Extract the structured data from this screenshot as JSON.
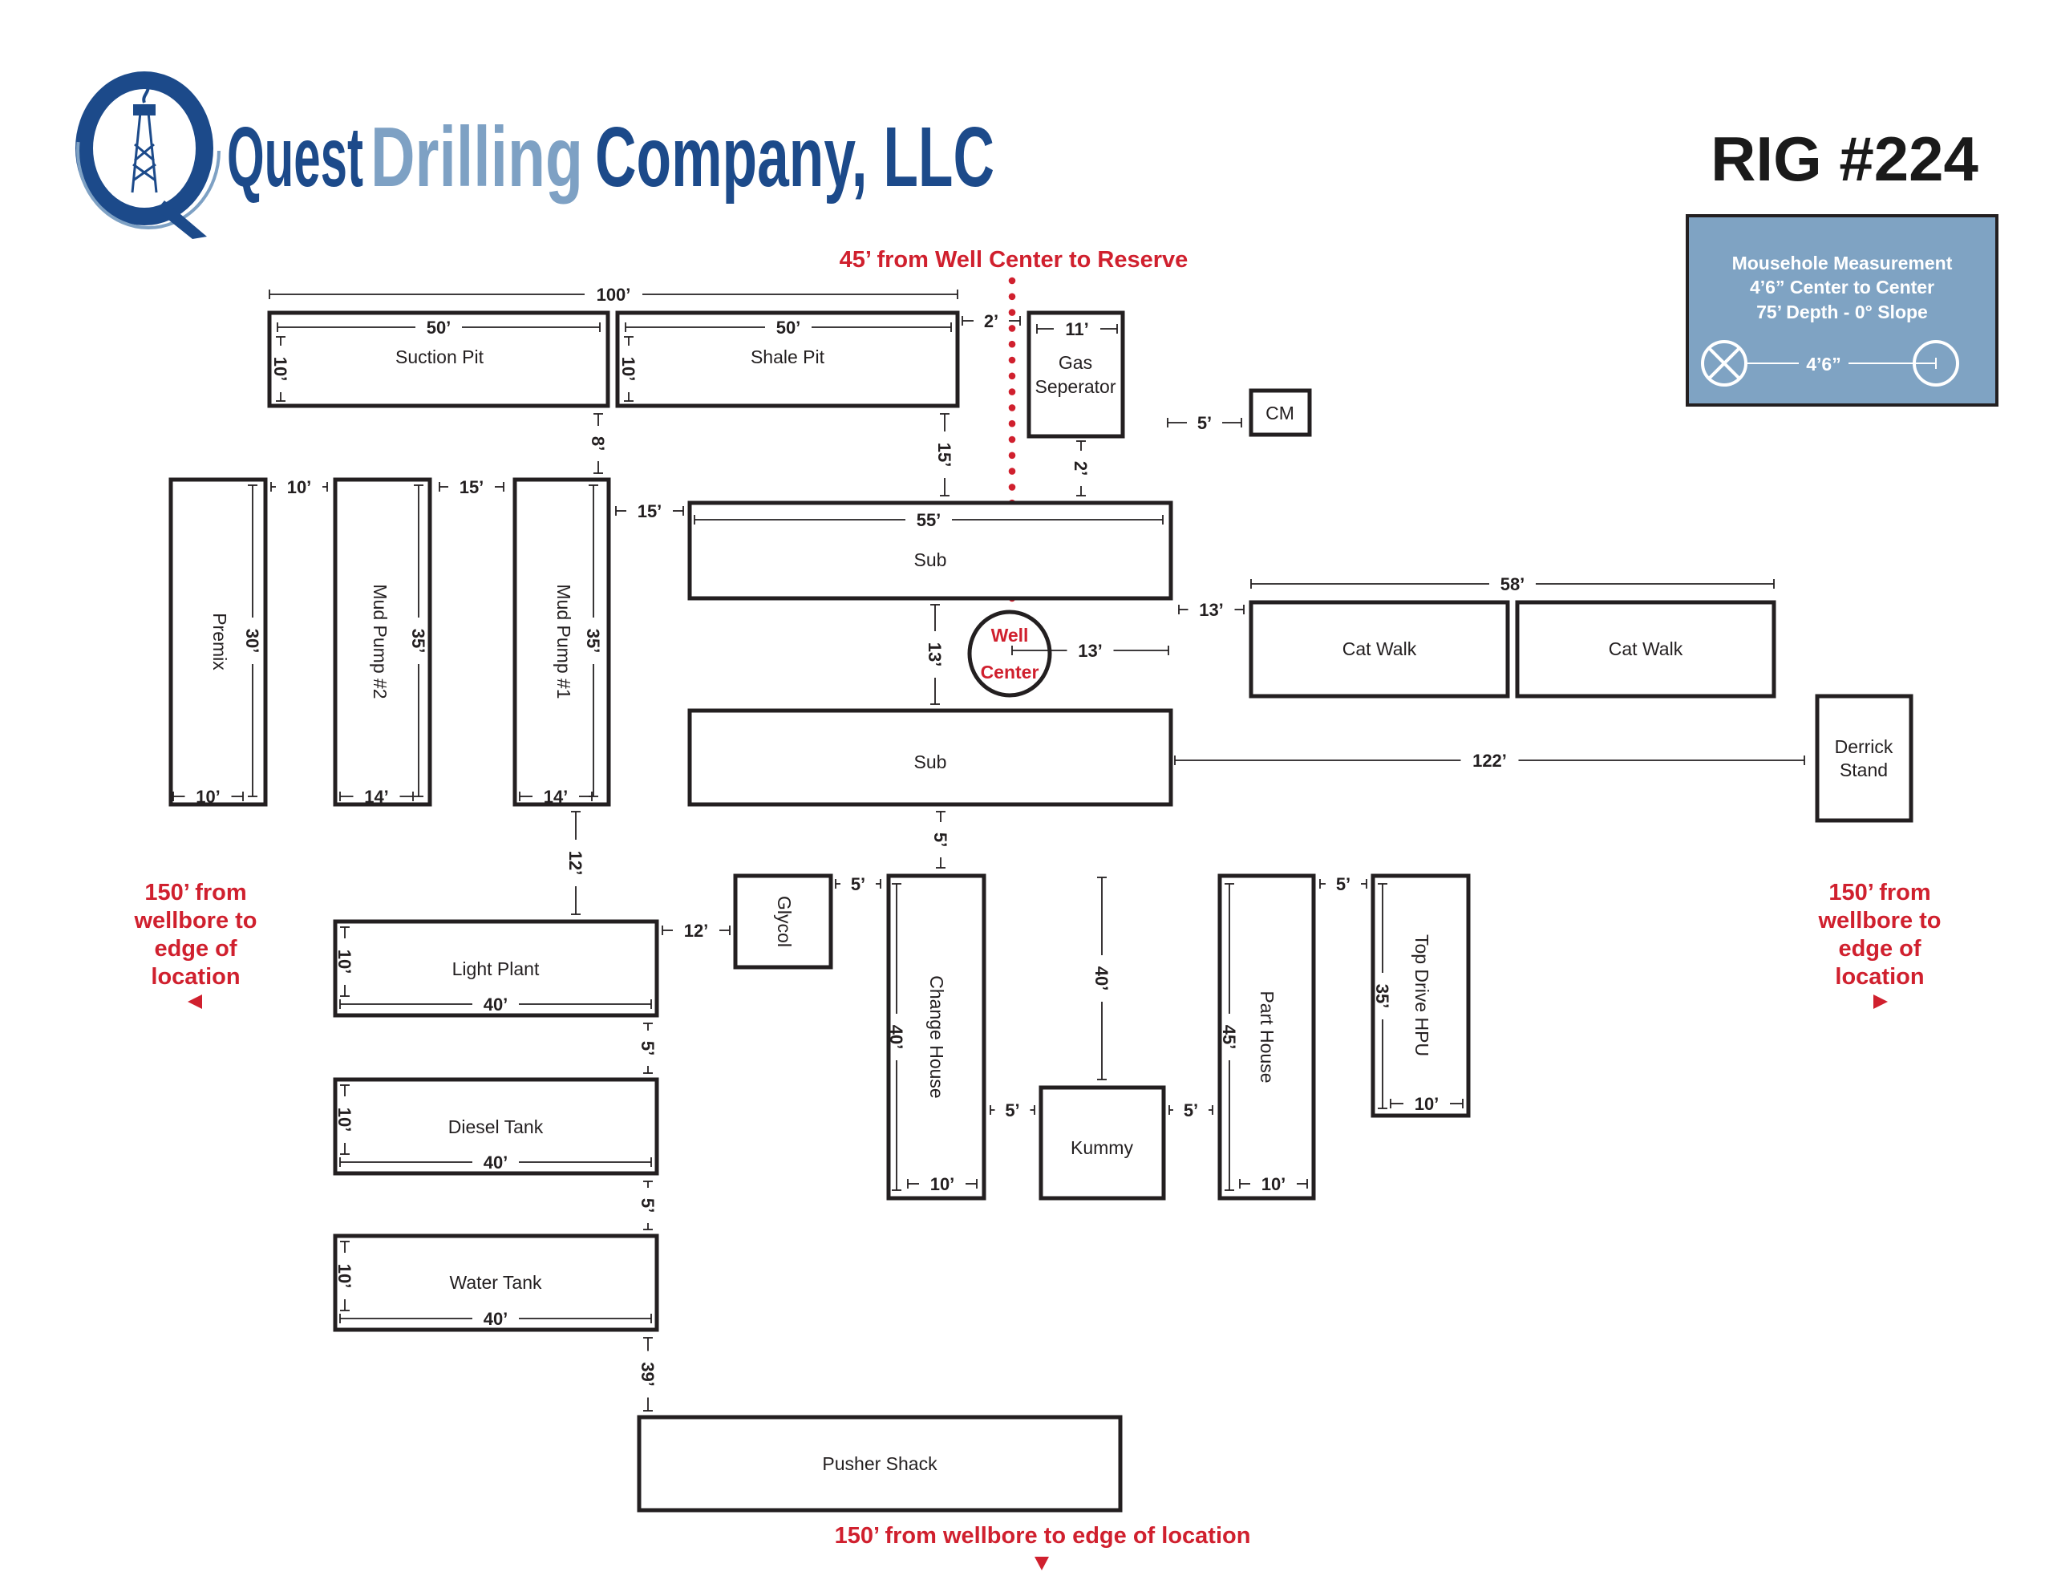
{
  "header": {
    "company": {
      "word1": "Quest",
      "word2": "Drilling",
      "word3": "Company, LLC"
    },
    "rig_title": "RIG #224",
    "logo_icon": "derrick-q-logo-icon"
  },
  "mousehole": {
    "line1": "Mousehole Measurement",
    "line2": "4’6” Center to Center",
    "line3": "75’ Depth - 0° Slope",
    "spacing_label": "4’6”",
    "left_icon": "crossed-circle-icon",
    "right_icon": "circle-icon"
  },
  "annotations": {
    "reserve": "45’ from Well Center to Reserve",
    "left_edge": [
      "150’ from",
      "wellbore to",
      "edge of",
      "location"
    ],
    "right_edge": [
      "150’ from",
      "wellbore to",
      "edge of",
      "location"
    ],
    "bottom_edge": "150’ from wellbore to edge of location",
    "well_center": [
      "Well",
      "Center"
    ]
  },
  "equipment": {
    "suction_pit": "Suction Pit",
    "shale_pit": "Shale Pit",
    "gas_separator": [
      "Gas",
      "Seperator"
    ],
    "cm": "CM",
    "premix": "Premix",
    "mud_pump_2": "Mud Pump #2",
    "mud_pump_1": "Mud Pump #1",
    "sub_top": "Sub",
    "sub_bottom": "Sub",
    "cat_walk_1": "Cat Walk",
    "cat_walk_2": "Cat Walk",
    "derrick_stand": [
      "Derrick",
      "Stand"
    ],
    "light_plant": "Light Plant",
    "glycol": "Glycol",
    "change_house": "Change House",
    "kummy": "Kummy",
    "part_house": "Part House",
    "top_drive_hpu": "Top Drive HPU",
    "diesel_tank": "Diesel Tank",
    "water_tank": "Water Tank",
    "pusher_shack": "Pusher Shack"
  },
  "dimensions": {
    "pits_total": "100’",
    "suction_len": "50’",
    "suction_wid": "10’",
    "shale_len": "50’",
    "shale_wid": "10’",
    "shale_to_gas": "2’",
    "gas_wid": "11’",
    "gas_to_sub": "2’",
    "cm_gap": "5’",
    "suction_to_mp1": "8’",
    "shale_to_sub": "15’",
    "premix_to_mp2": "10’",
    "mp2_to_mp1": "15’",
    "mp1_to_sub": "15’",
    "premix_len": "30’",
    "premix_wid": "10’",
    "mp2_len": "35’",
    "mp2_wid": "14’",
    "mp1_len": "35’",
    "mp1_wid": "14’",
    "sub_len": "55’",
    "sub_gap": "13’",
    "well_to_sub_end": "13’",
    "sub_to_catwalk": "13’",
    "catwalk_total": "58’",
    "sub_to_derrick": "122’",
    "sub_to_change": "5’",
    "mp1_to_light": "12’",
    "light_to_glycol": "12’",
    "glycol_to_change": "5’",
    "light_len": "40’",
    "light_wid": "10’",
    "light_to_diesel": "5’",
    "diesel_len": "40’",
    "diesel_wid": "10’",
    "diesel_to_water": "5’",
    "water_len": "40’",
    "water_wid": "10’",
    "water_to_pusher": "39’",
    "change_len": "40’",
    "change_wid": "10’",
    "change_to_kummy": "5’",
    "kummy_height": "40’",
    "kummy_to_part": "5’",
    "part_len": "45’",
    "part_wid": "10’",
    "part_to_hpu": "5’",
    "hpu_len": "35’",
    "hpu_wid": "10’"
  },
  "colors": {
    "brand_dark": "#1c4a8a",
    "brand_light": "#7ea1c4",
    "accent_red": "#d0202e",
    "mousehole_fill": "#7fa3c3"
  }
}
